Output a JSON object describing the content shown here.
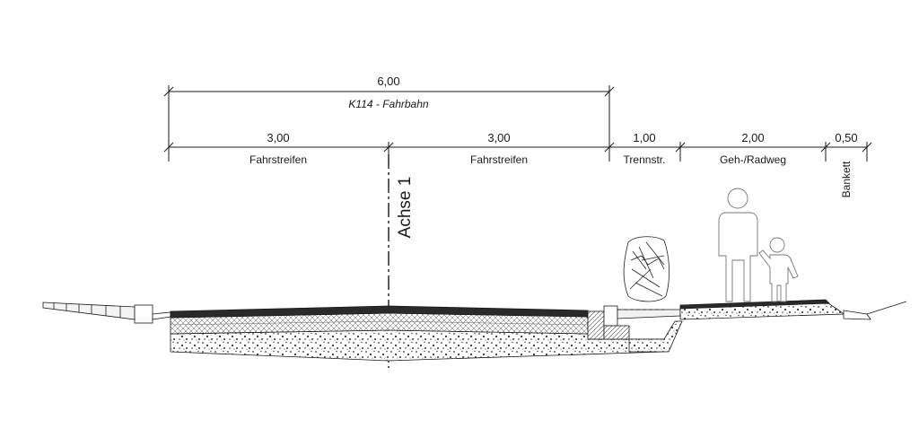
{
  "dimensions": {
    "overall": {
      "value": "6,00",
      "label": "K114 - Fahrbahn"
    },
    "segments": [
      {
        "value": "3,00",
        "label": "Fahrstreifen"
      },
      {
        "value": "3,00",
        "label": "Fahrstreifen"
      },
      {
        "value": "1,00",
        "label": "Trennstr."
      },
      {
        "value": "2,00",
        "label": "Geh-/Radweg"
      },
      {
        "value": "0,50",
        "label": "Bankett"
      }
    ]
  },
  "axis": {
    "label": "Achse 1"
  },
  "colors": {
    "line": "#1a1a1a",
    "asphalt": "#2a2a2a",
    "fill": "#f2f2f2"
  },
  "icons": [
    "tree-icon",
    "adult-pedestrian-icon",
    "child-pedestrian-icon"
  ]
}
